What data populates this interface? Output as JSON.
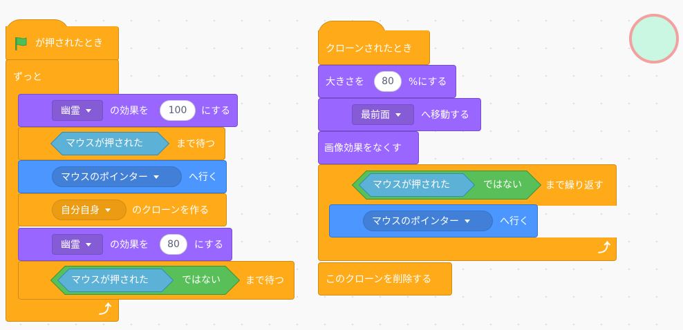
{
  "script1": {
    "hat": {
      "label": "が押されたとき",
      "icon": "green-flag-icon"
    },
    "forever": {
      "label": "ずっと"
    },
    "set_effect_1": {
      "dropdown": "幽霊",
      "label": "の効果を",
      "value": "100",
      "suffix": "にする"
    },
    "wait_until_1": {
      "condition": "マウスが押された",
      "suffix": "まで待つ"
    },
    "goto_1": {
      "target": "マウスのポインター",
      "suffix": "へ行く"
    },
    "create_clone": {
      "target": "自分自身",
      "suffix": "のクローンを作る"
    },
    "set_effect_2": {
      "dropdown": "幽霊",
      "label": "の効果を",
      "value": "80",
      "suffix": "にする"
    },
    "wait_until_2": {
      "condition": "マウスが押された",
      "not_label": "ではない",
      "suffix": "まで待つ"
    }
  },
  "script2": {
    "hat": {
      "label": "クローンされたとき"
    },
    "set_size": {
      "label": "大きさを",
      "value": "80",
      "suffix": "%にする"
    },
    "go_layer": {
      "dropdown": "最前面",
      "suffix": "へ移動する"
    },
    "clear_effects": {
      "label": "画像効果をなくす"
    },
    "repeat_until": {
      "condition": "マウスが押された",
      "not_label": "ではない",
      "suffix": "まで繰り返す"
    },
    "goto_2": {
      "target": "マウスのポインター",
      "suffix": "へ行く"
    },
    "delete_clone": {
      "label": "このクローンを削除する"
    }
  },
  "colors": {
    "control": "#ffab19",
    "looks": "#9966ff",
    "motion": "#4c97ff",
    "sensing": "#5cb1d6",
    "operators": "#59c059",
    "sprite_circle_fill": "#c9f7e2",
    "sprite_circle_border": "#f2a0a0"
  }
}
